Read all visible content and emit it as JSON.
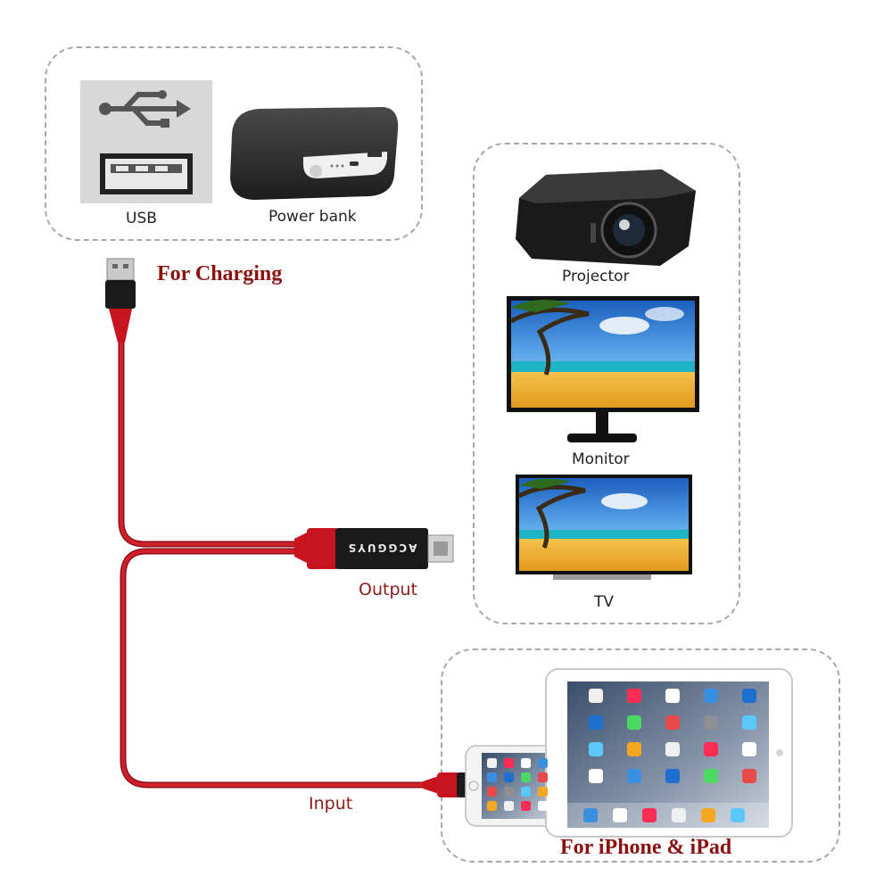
{
  "charging": {
    "usb_label": "USB",
    "powerbank_label": "Power bank",
    "heading": "For Charging"
  },
  "outputs": {
    "projector_label": "Projector",
    "monitor_label": "Monitor",
    "tv_label": "TV"
  },
  "cable": {
    "brand": "ACGGUYS",
    "output_label": "Output",
    "input_label": "Input"
  },
  "devices": {
    "heading": "For iPhone & iPad"
  },
  "colors": {
    "cable_red": "#c8141e",
    "label_red": "#8b1a1a",
    "dash_gray": "#a8a8a8"
  }
}
